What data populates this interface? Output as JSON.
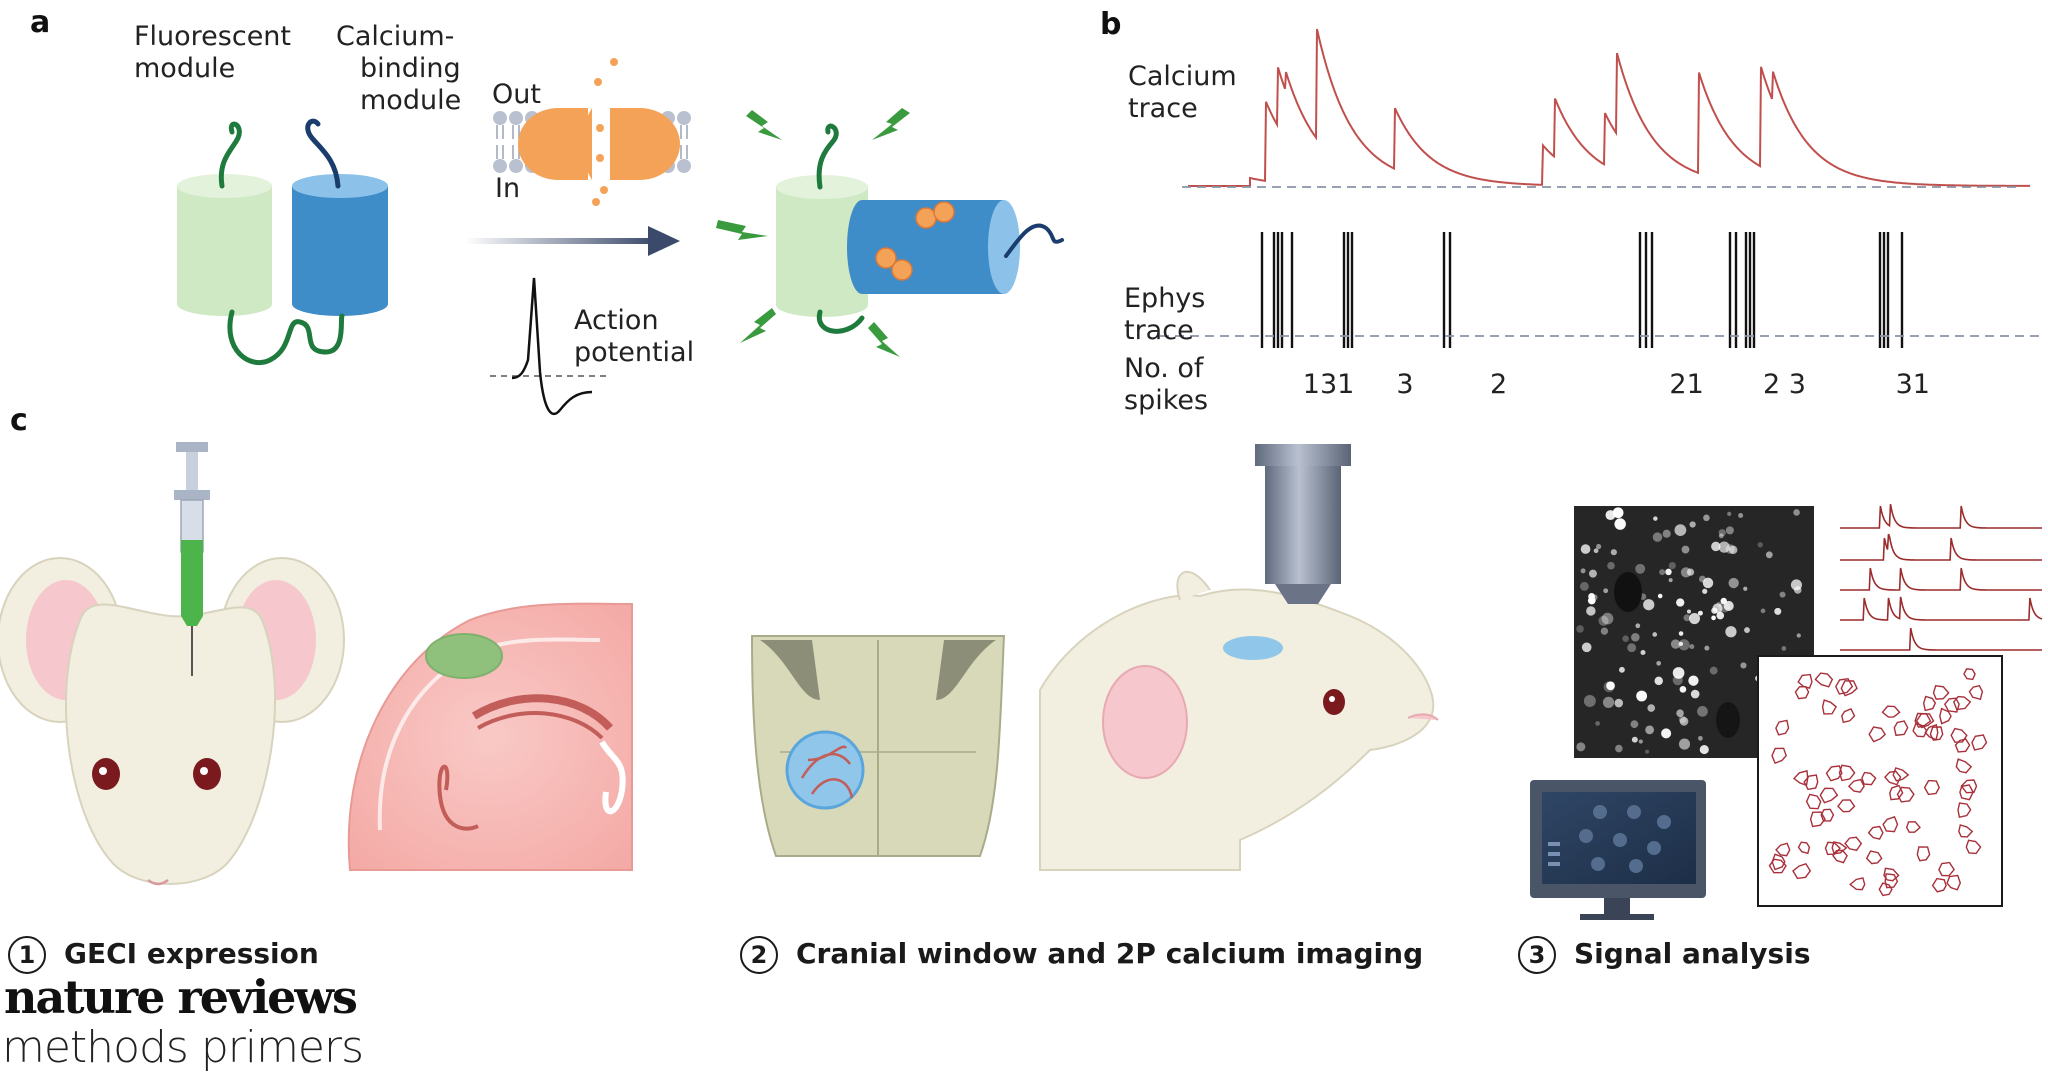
{
  "panels": {
    "a": "a",
    "b": "b",
    "c": "c"
  },
  "panel_a": {
    "fluorescent_module": [
      "Fluorescent",
      "module"
    ],
    "calcium_module": [
      "Calcium-",
      "binding",
      "module"
    ],
    "out": "Out",
    "in": "In",
    "action_potential": [
      "Action",
      "potential"
    ]
  },
  "panel_b": {
    "calcium_trace": [
      "Calcium",
      "trace"
    ],
    "ephys_trace": [
      "Ephys",
      "trace"
    ],
    "no_of_spikes": [
      "No. of",
      "spikes"
    ],
    "spike_counts": [
      {
        "label": "131",
        "time": 0.06
      },
      {
        "label": "3",
        "time": 0.18
      },
      {
        "label": "2",
        "time": 0.3
      },
      {
        "label": "21",
        "time": 0.53
      },
      {
        "label": "2 3",
        "time": 0.65
      },
      {
        "label": "31",
        "time": 0.82
      }
    ]
  },
  "steps": [
    {
      "num": "1",
      "label": "GECI expression"
    },
    {
      "num": "2",
      "label": "Cranial window and 2P calcium imaging"
    },
    {
      "num": "3",
      "label": "Signal analysis"
    }
  ],
  "brand": {
    "line1": "nature reviews",
    "line2": "methods primers"
  },
  "colors": {
    "fluorescent_green": "#cfe9c4",
    "calcium_blue": "#3f8dc8",
    "trace_red": "#c0504d",
    "linker_green": "#1f7a3d",
    "channel_orange": "#f5a259",
    "mouse_white": "#f2efe0"
  }
}
